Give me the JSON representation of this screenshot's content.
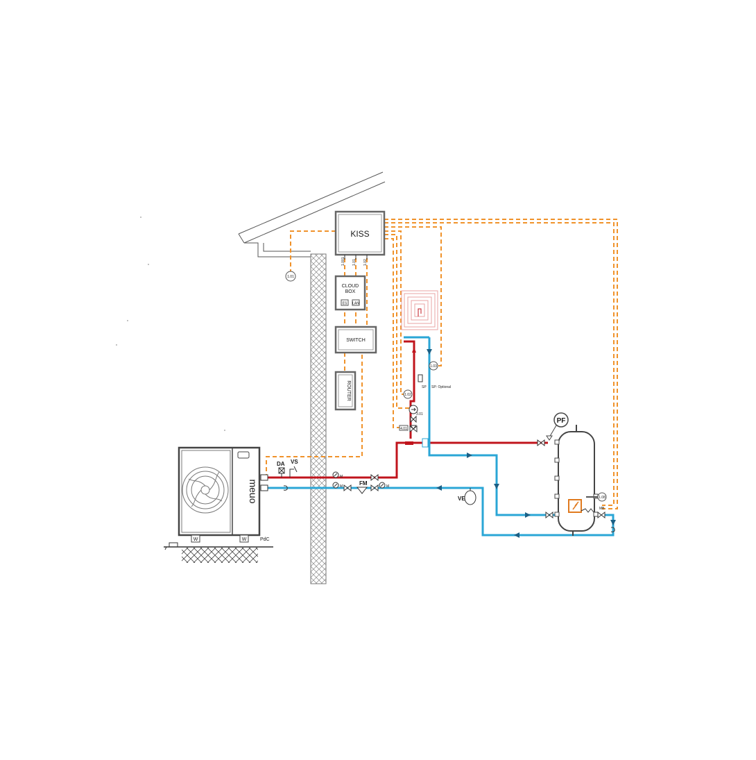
{
  "title": "",
  "controller": {
    "label": "KISS",
    "ports": [
      "1.001",
      "1.01",
      "1.02"
    ]
  },
  "cloud_box": {
    "label_line1": "CLOUD",
    "label_line2": "BOX",
    "port_left": "ES",
    "port_right": "LAN"
  },
  "switch": {
    "label": "SWITCH"
  },
  "router": {
    "label": "ROUTER"
  },
  "heat_pump": {
    "brand": "meuo",
    "badge": "",
    "base_label": "PdC",
    "foot_left": "W",
    "foot_right": "W"
  },
  "sensors": {
    "s101": "1.01",
    "s102": "1.02",
    "s103": "1.03",
    "s401": "4.01",
    "s301": "3.01",
    "s108": "1.08"
  },
  "labels": {
    "da": "DA",
    "vs": "VS",
    "fm": "FM",
    "ve": "VE",
    "pf": "PF",
    "sp": "SP",
    "sp_optional": "SP: Optional",
    "m1": "M",
    "m2": "M",
    "m3": "M",
    "mb": "MB"
  },
  "colors": {
    "signal": "#f0922a",
    "hot": "#c0141c",
    "cold": "#2aa6d6",
    "floor_coil": "#e9a3a3",
    "outline": "#555555",
    "wall_hatch": "#8a8a8a"
  }
}
